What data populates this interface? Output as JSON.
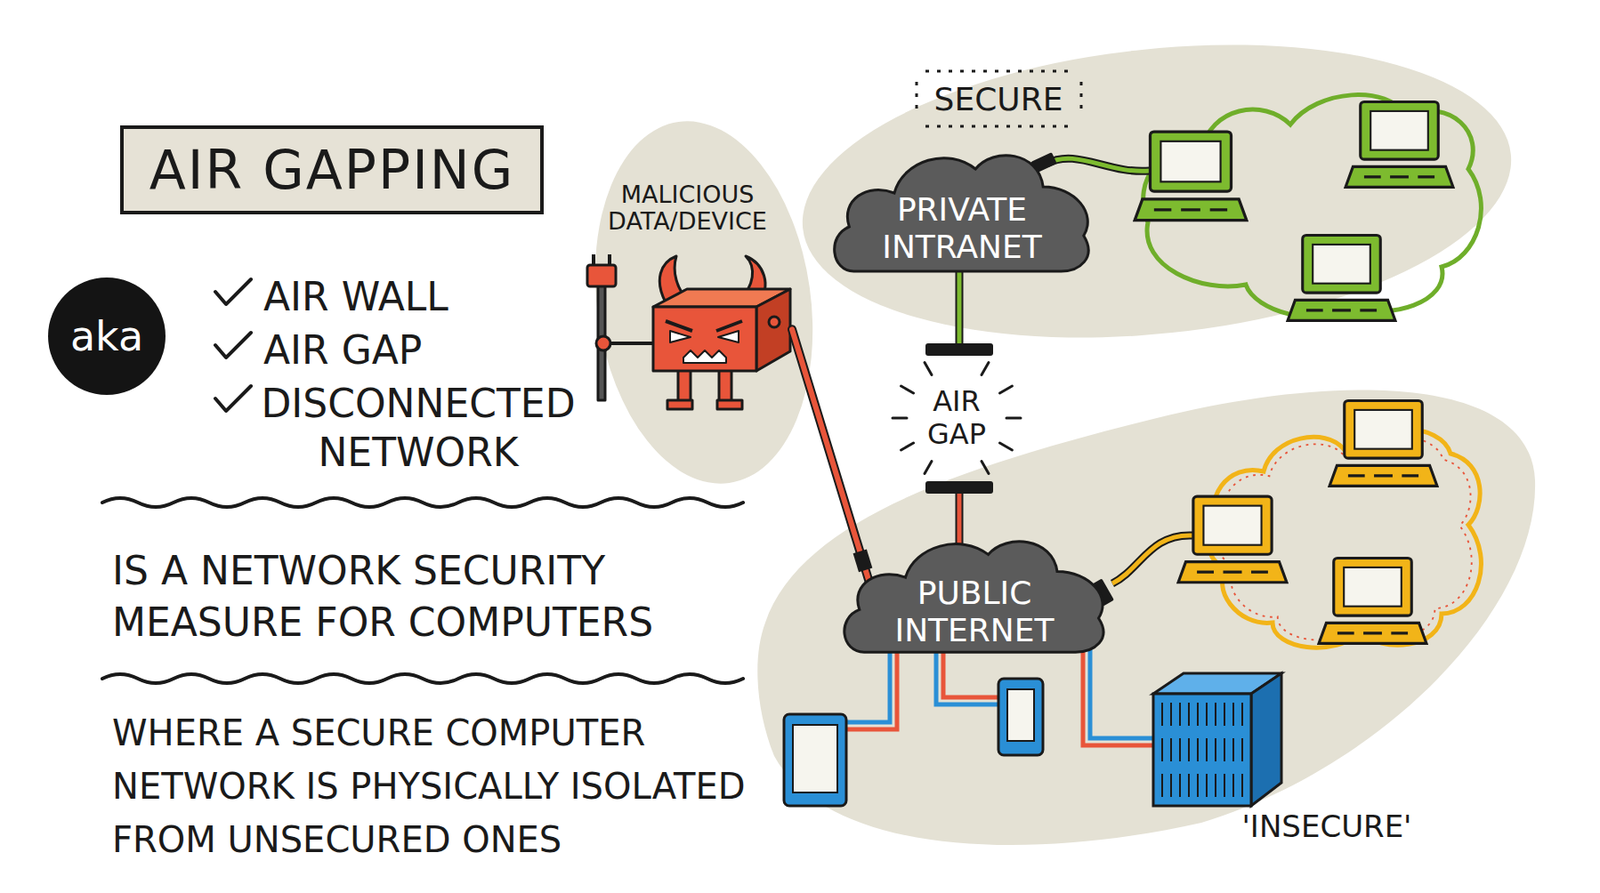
{
  "diagram": {
    "title": "AIR GAPPING",
    "nodes": [
      {
        "text": [
          "aka"
        ]
      },
      {
        "text": [
          "MALICIOUS DATA/DEVICE"
        ]
      },
      {
        "text": [
          "PRIVATE INTRANET"
        ]
      },
      {
        "text": [
          "PUBLIC INTERNET"
        ]
      }
    ],
    "edges": [
      {
        "from": 1,
        "to": 3,
        "arrow": "none"
      }
    ],
    "labels": [
      "AIR WALL",
      "AIR GAP",
      "DISCONNECTED NETWORK",
      "IS A NETWORK SECURITY MEASURE FOR COMPUTERS",
      "WHERE A SECURE COMPUTER NETWORK IS PHYSICALLY ISOLATED FROM UNSECURED ONES",
      "SECURE",
      "AIR GAP",
      "'INSECURE'"
    ]
  }
}
